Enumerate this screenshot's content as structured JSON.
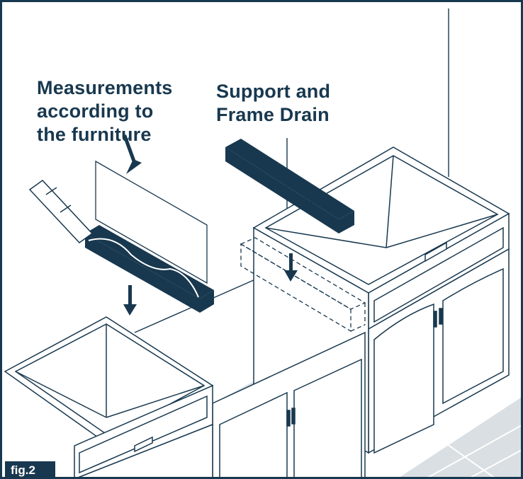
{
  "labels": {
    "measurements": [
      "Measurements",
      "according to",
      "the furniture"
    ],
    "support": [
      "Support and",
      "Frame Drain"
    ]
  },
  "figure_tag": "fig.2",
  "colors": {
    "ink": "#18384f",
    "floor": "#d9dfe3",
    "background": "#ffffff"
  }
}
